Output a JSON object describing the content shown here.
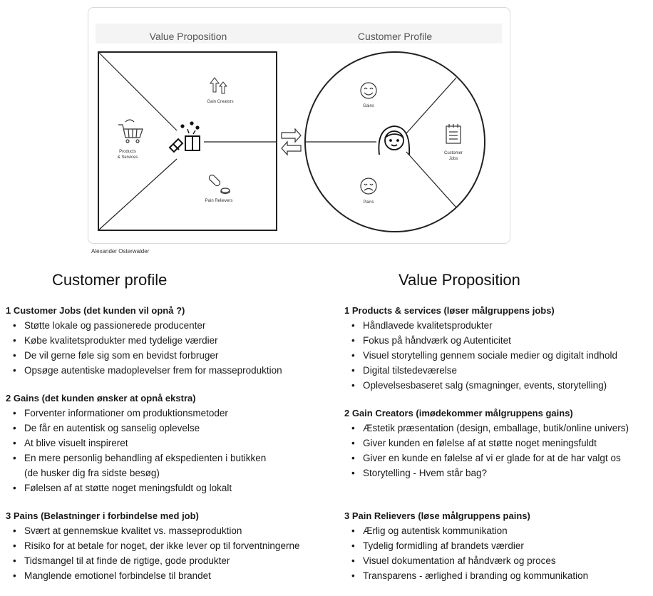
{
  "canvas": {
    "value_proposition_title": "Value Proposition",
    "customer_profile_title": "Customer Profile",
    "gain_creators": "Gain Creators",
    "products_services_1": "Products",
    "products_services_2": "& Services",
    "pain_relievers": "Pain Relievers",
    "gains": "Gains",
    "pains": "Pains",
    "customer_jobs_1": "Customer",
    "customer_jobs_2": "Jobs"
  },
  "credit": "Alexander Osterwalder",
  "customer_profile": {
    "title": "Customer profile",
    "sections": [
      {
        "heading": "1 Customer Jobs (det kunden vil opnå ?)",
        "items": [
          "Støtte lokale og passionerede producenter",
          "Købe kvalitetsprodukter med tydelige værdier",
          "De vil gerne føle sig som en bevidst forbruger",
          "Opsøge autentiske madoplevelser frem for masseproduktion"
        ]
      },
      {
        "heading": "2 Gains (det kunden ønsker at opnå ekstra)",
        "items": [
          "Forventer informationer om produktionsmetoder",
          "De får en autentisk og sanselig oplevelse",
          "At blive visuelt inspireret",
          "En mere personlig behandling af ekspedienten i butikken",
          "Følelsen af at støtte noget meningsfuldt og lokalt"
        ],
        "item4_cont": "(de husker dig fra sidste besøg)"
      },
      {
        "heading": "3 Pains (Belastninger i  forbindelse med job)",
        "items": [
          "Svært at gennemskue kvalitet vs. masseproduktion",
          "Risiko for at betale for noget, der ikke lever op til forventningerne",
          "Tidsmangel til at finde de rigtige, gode produkter",
          "Manglende emotionel forbindelse til brandet"
        ]
      }
    ]
  },
  "value_proposition": {
    "title": "Value Proposition",
    "sections": [
      {
        "heading": "1 Products & services (løser målgruppens jobs)",
        "items": [
          "Håndlavede kvalitetsprodukter",
          "Fokus på håndværk og Autenticitet",
          "Visuel storytelling gennem sociale medier og digitalt indhold",
          "Digital tilstedeværelse",
          "Oplevelsesbaseret salg (smagninger, events, storytelling)"
        ]
      },
      {
        "heading": "2 Gain Creators (imødekommer målgruppens gains)",
        "items": [
          "Æstetik præsentation (design, emballage, butik/online univers)",
          "Giver kunden en følelse af at støtte noget meningsfuldt",
          "Giver en kunde en følelse af vi er glade for at de har valgt os",
          "Storytelling - Hvem står bag?"
        ]
      },
      {
        "heading": "3 Pain Relievers (løse målgruppens pains)",
        "items": [
          "Ærlig og autentisk kommunikation",
          "Tydelig formidling af brandets værdier",
          "Visuel dokumentation af håndværk og proces",
          "Transparens - ærlighed i branding og kommunikation"
        ]
      }
    ]
  }
}
